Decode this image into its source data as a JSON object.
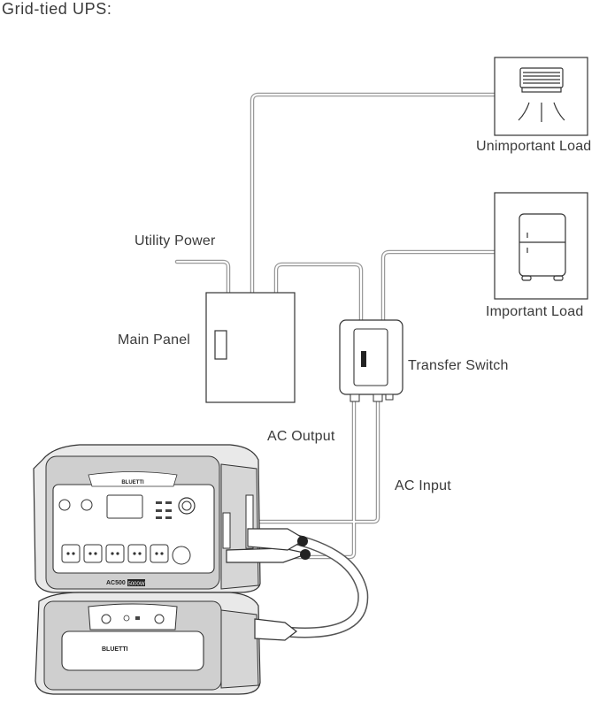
{
  "title": "Grid-tied UPS:",
  "labels": {
    "unimportant_load": "Unimportant Load",
    "important_load": "Important Load",
    "utility_power": "Utility Power",
    "main_panel": "Main Panel",
    "transfer_switch": "Transfer Switch",
    "ac_output": "AC Output",
    "ac_input": "AC Input"
  },
  "device": {
    "brand": "BLUETTI",
    "model": "AC500",
    "model_badge": "5000W"
  },
  "icons": {
    "unimportant_load": "heater-icon",
    "important_load": "refrigerator-icon"
  }
}
